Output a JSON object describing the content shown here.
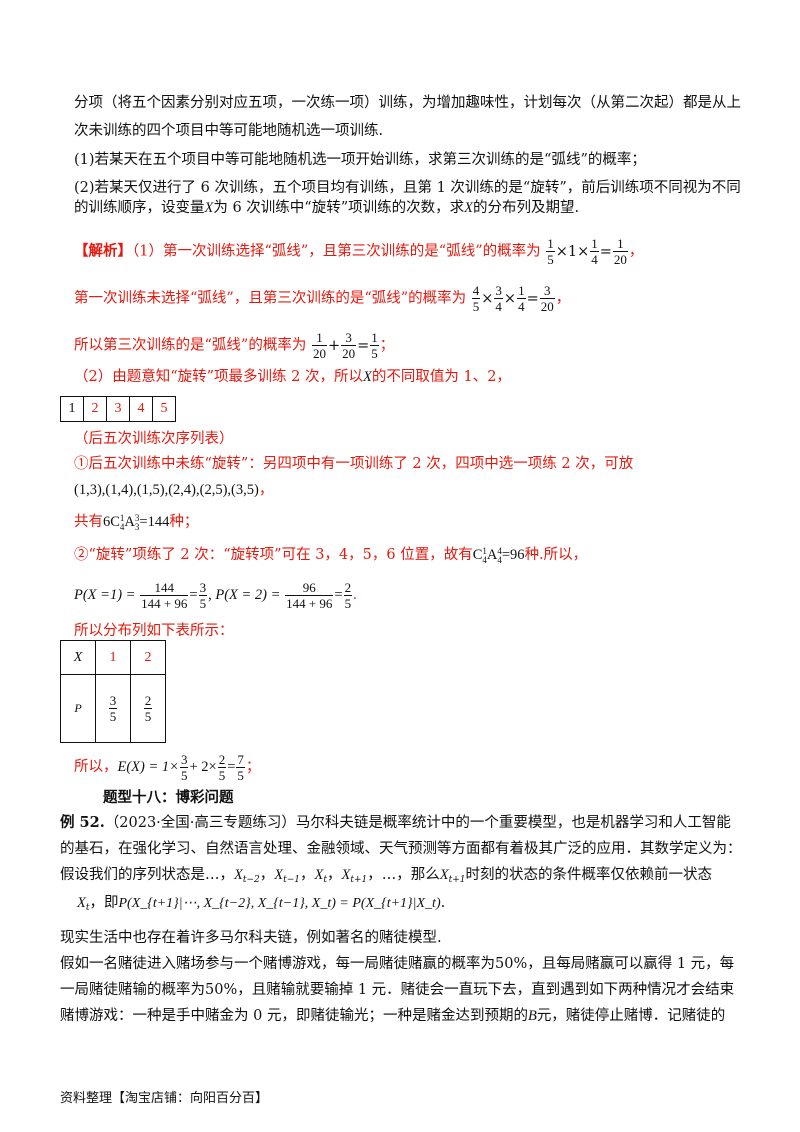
{
  "problem": {
    "line1": "分项（将五个因素分别对应五项，一次练一项）训练，为增加趣味性，计划每次（从第二次起）都是从上",
    "line2": "次未训练的四个项目中等可能地随机选一项训练.",
    "q1": "(1)若某天在五个项目中等可能地随机选一项开始训练，求第三次训练的是“弧线”的概率；",
    "q2a": "(2)若某天仅进行了 6 次训练，五个项目均有训练，且第 1 次训练的是“旋转”，前后训练项不同视为不同",
    "q2b_pre": "的训练顺序，设变量",
    "q2b_var": "X",
    "q2b_mid": "为 6 次训练中“旋转”项训练的次数，求",
    "q2b_post": "的分布列及期望."
  },
  "solution": {
    "tag": "【解析】",
    "s1_pre": "（1）第一次训练选择“弧线”，且第三次训练的是“弧线”的概率为",
    "s1_math": {
      "f1n": "1",
      "f1d": "5",
      "mid": "×1×",
      "f2n": "1",
      "f2d": "4",
      "eq": "=",
      "f3n": "1",
      "f3d": "20",
      "end": "，"
    },
    "s2_pre": "第一次训练未选择“弧线”，且第三次训练的是“弧线”的概率为",
    "s2_math": {
      "f1n": "4",
      "f1d": "5",
      "f2n": "3",
      "f2d": "4",
      "f3n": "1",
      "f3d": "4",
      "f4n": "3",
      "f4d": "20",
      "end": "，"
    },
    "s3_pre": "所以第三次训练的是“弧线”的概率为",
    "s3_math": {
      "f1n": "1",
      "f1d": "20",
      "f2n": "3",
      "f2d": "20",
      "f3n": "1",
      "f3d": "5",
      "end": "；"
    },
    "s4_pre": "（2）由题意知“旋转”项最多训练 2 次，所以",
    "s4_var": "X",
    "s4_post": "的不同取值为 1、2，",
    "seq_cells": [
      "1",
      "2",
      "3",
      "4",
      "5"
    ],
    "seq_caption": "（后五次训练次序列表）",
    "c1": "①后五次训练中未练“旋转”：另四项中有一项训练了 2 次，四项中选一项练 2 次，可放",
    "pairs": "(1,3),(1,4),(1,5),(2,4),(2,5),(3,5)",
    "pairs_end": "，",
    "total_pre": "共有",
    "total_math": "6C",
    "total_sup1": "1",
    "total_sub1": "4",
    "total_A": "A",
    "total_sup2": "3",
    "total_sub2": "3",
    "total_val": "=144",
    "total_post": "种；",
    "c2_pre": "②“旋转”项练了 2 次：“旋转项”可在 3，4，5，6 位置，故有",
    "c2_math": "C",
    "c2_sup1": "1",
    "c2_sub1": "4",
    "c2_A": "A",
    "c2_sup2": "4",
    "c2_sub2": "4",
    "c2_val": "=96",
    "c2_post": "种.所以，",
    "prob_line": {
      "p1": "P(X =1) =",
      "f1n": "144",
      "f1d": "144 + 96",
      "r1n": "3",
      "r1d": "5",
      "p2": ", P(X = 2) =",
      "f2n": "96",
      "f2d": "144 + 96",
      "r2n": "2",
      "r2d": "5",
      "end": "."
    },
    "dist_intro": "所以分布列如下表所示：",
    "dist_table": {
      "x_label": "X",
      "x_vals": [
        "1",
        "2"
      ],
      "p_label": "P",
      "p_vals": [
        {
          "n": "3",
          "d": "5"
        },
        {
          "n": "2",
          "d": "5"
        }
      ]
    },
    "exp_pre": "所以，",
    "exp_math": {
      "lhs": "E(X) = 1×",
      "f1n": "3",
      "f1d": "5",
      "mid": "+ 2×",
      "f2n": "2",
      "f2d": "5",
      "eq": "=",
      "f3n": "7",
      "f3d": "5",
      "end": "；"
    }
  },
  "section_title": "题型十八：博彩问题",
  "example": {
    "label": "例 52.",
    "l1": "（2023·全国·高三专题练习）马尔科夫链是概率统计中的一个重要模型，也是机器学习和人工智能",
    "l2": "的基石，在强化学习、自然语言处理、金融领域、天气预测等方面都有着极其广泛的应用．其数学定义为：",
    "l3_pre": "假设我们的序列状态是…，",
    "l3_terms": [
      "X",
      "t−2",
      "X",
      "t−1",
      "X",
      "t",
      "X",
      "t+1"
    ],
    "l3_post": "，…，那么",
    "l3_var": "X",
    "l3_sub": "t+1",
    "l3_end": "时刻的状态的条件概率仅依赖前一状态",
    "l4_var": "X",
    "l4_sub": "t",
    "l4_mid": "，即",
    "l4_formula": "P(X_{t+1}|⋯, X_{t−2}, X_{t−1}, X_t) = P(X_{t+1}|X_t)",
    "l4_end": ".",
    "l5": "现实生活中也存在着许多马尔科夫链，例如著名的赌徒模型.",
    "l6": "假如一名赌徒进入赌场参与一个赌博游戏，每一局赌徒赌赢的概率为50%，且每局赌赢可以赢得 1 元，每",
    "l7": "一局赌徒赌输的概率为50%，且赌输就要输掉 1 元．赌徒会一直玩下去，直到遇到如下两种情况才会结束",
    "l8_pre": "赌博游戏：一种是手中赌金为 0 元，即赌徒输光；一种是赌金达到预期的",
    "l8_var": "B",
    "l8_post": "元，赌徒停止赌博．记赌徒的"
  },
  "footer": "资料整理【淘宝店铺：向阳百分百】",
  "colors": {
    "answer": "#e6190f",
    "text": "#111111"
  }
}
